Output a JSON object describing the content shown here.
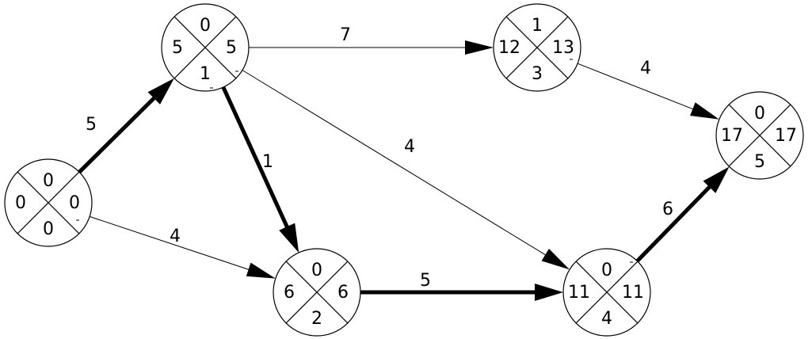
{
  "diagram": {
    "colors": {
      "stroke": "#000000",
      "background": "#ffffff"
    },
    "nodes": [
      {
        "id": "n1",
        "top": "0",
        "left": "0",
        "right": "0",
        "bottom": "0"
      },
      {
        "id": "n2",
        "top": "0",
        "left": "5",
        "right": "5",
        "bottom": "1"
      },
      {
        "id": "n3",
        "top": "1",
        "left": "12",
        "right": "13",
        "bottom": "3"
      },
      {
        "id": "n4",
        "top": "0",
        "left": "6",
        "right": "6",
        "bottom": "2"
      },
      {
        "id": "n5",
        "top": "0",
        "left": "11",
        "right": "11",
        "bottom": "4"
      },
      {
        "id": "n6",
        "top": "0",
        "left": "17",
        "right": "17",
        "bottom": "5"
      }
    ],
    "edges": [
      {
        "id": "e1-2",
        "from": "n1",
        "to": "n2",
        "label": "5",
        "critical": true
      },
      {
        "id": "e1-4",
        "from": "n1",
        "to": "n4",
        "label": "4",
        "critical": false
      },
      {
        "id": "e2-3",
        "from": "n2",
        "to": "n3",
        "label": "7",
        "critical": false
      },
      {
        "id": "e2-4",
        "from": "n2",
        "to": "n4",
        "label": "1",
        "critical": true
      },
      {
        "id": "e2-5",
        "from": "n2",
        "to": "n5",
        "label": "4",
        "critical": false
      },
      {
        "id": "e4-5",
        "from": "n4",
        "to": "n5",
        "label": "5",
        "critical": true
      },
      {
        "id": "e3-6",
        "from": "n3",
        "to": "n6",
        "label": "4",
        "critical": false
      },
      {
        "id": "e5-6",
        "from": "n5",
        "to": "n6",
        "label": "6",
        "critical": true
      }
    ]
  }
}
